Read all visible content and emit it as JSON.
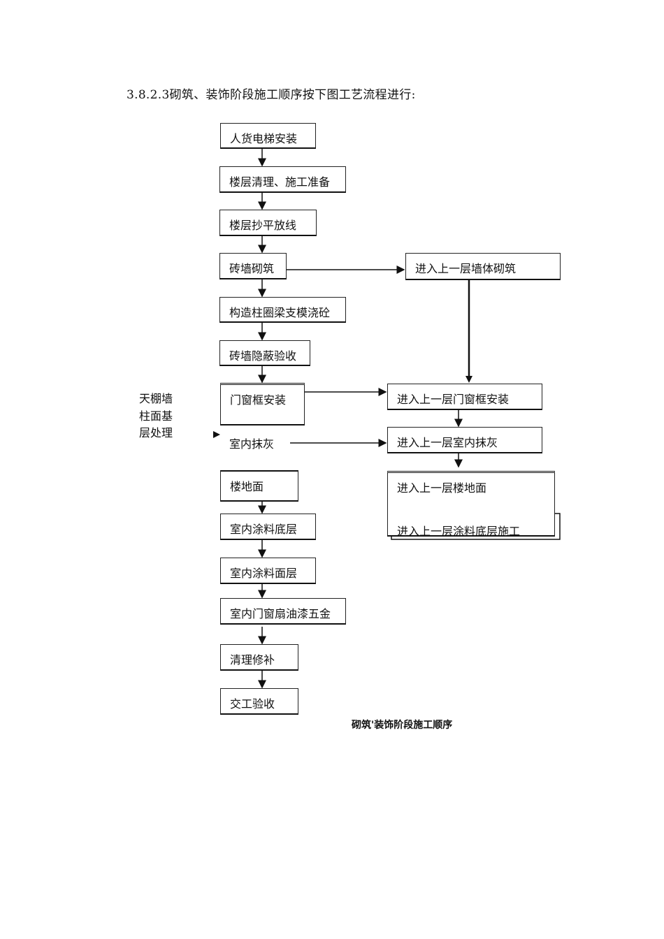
{
  "heading": "3.8.2.3砌筑、装饰阶段施工顺序按下图工艺流程进行:",
  "left_steps": [
    "人货电梯安装",
    "楼层清理、施工准备",
    "楼层抄平放线",
    "砖墙砌筑",
    "构造柱圈梁支模浇砼",
    "砖墙隐蔽验收",
    "门窗框安装",
    "室内抹灰",
    "楼地面",
    "室内涂料底层",
    "室内涂料面层",
    "室内门窗扇油漆五金",
    "清理修补",
    "交工验收"
  ],
  "right_steps": [
    "进入上一层墙体砌筑",
    "进入上一层门窗框安装",
    "进入上一层室内抹灰",
    "进入上一层楼地面",
    "进入上一层涂料底层施工"
  ],
  "side_note": [
    "天棚墙",
    "柱面基",
    "层处理"
  ],
  "caption": "砌筑'装饰阶段施工顺序"
}
